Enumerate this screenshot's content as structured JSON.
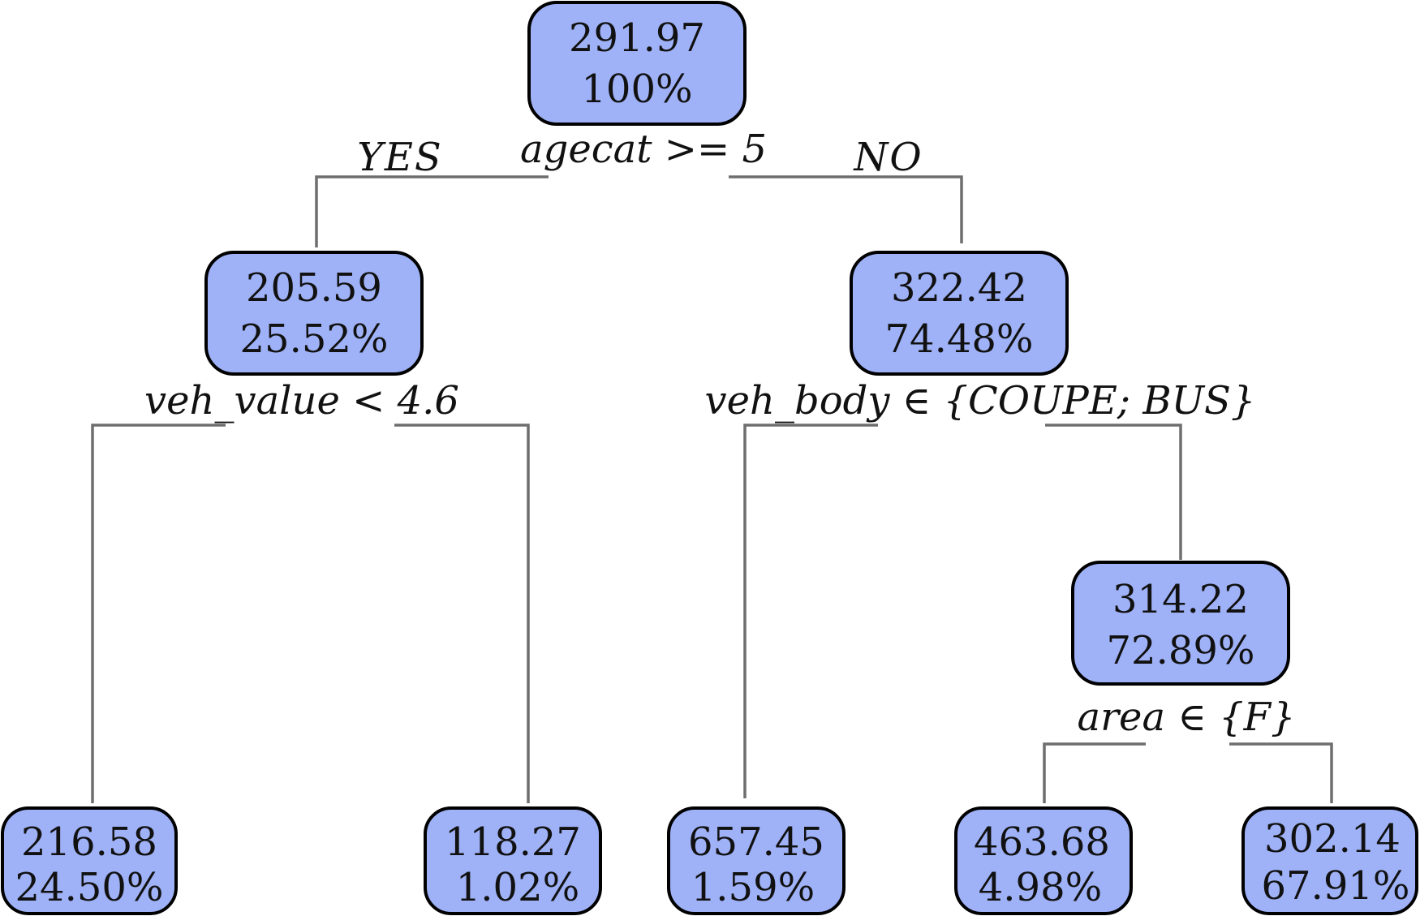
{
  "diagram": {
    "branch_labels": {
      "yes": "YES",
      "no": "NO"
    },
    "nodes": {
      "root": {
        "value": "291.97",
        "percent": "100%"
      },
      "left": {
        "value": "205.59",
        "percent": "25.52%"
      },
      "right": {
        "value": "322.42",
        "percent": "74.48%"
      },
      "right_right": {
        "value": "314.22",
        "percent": "72.89%"
      },
      "leaf1": {
        "value": "216.58",
        "percent": "24.50%"
      },
      "leaf2": {
        "value": "118.27",
        "percent": "1.02%"
      },
      "leaf3": {
        "value": "657.45",
        "percent": "1.59%"
      },
      "leaf4": {
        "value": "463.68",
        "percent": "4.98%"
      },
      "leaf5": {
        "value": "302.14",
        "percent": "67.91%"
      }
    },
    "splits": {
      "root": "agecat >= 5",
      "left": "veh_value < 4.6",
      "right": "veh_body ∈ {COUPE; BUS}",
      "right_right": "area ∈ {F}"
    },
    "colors": {
      "node_fill": "#9fb2f7",
      "node_border": "#000000",
      "edge": "#6e6e6e"
    }
  }
}
